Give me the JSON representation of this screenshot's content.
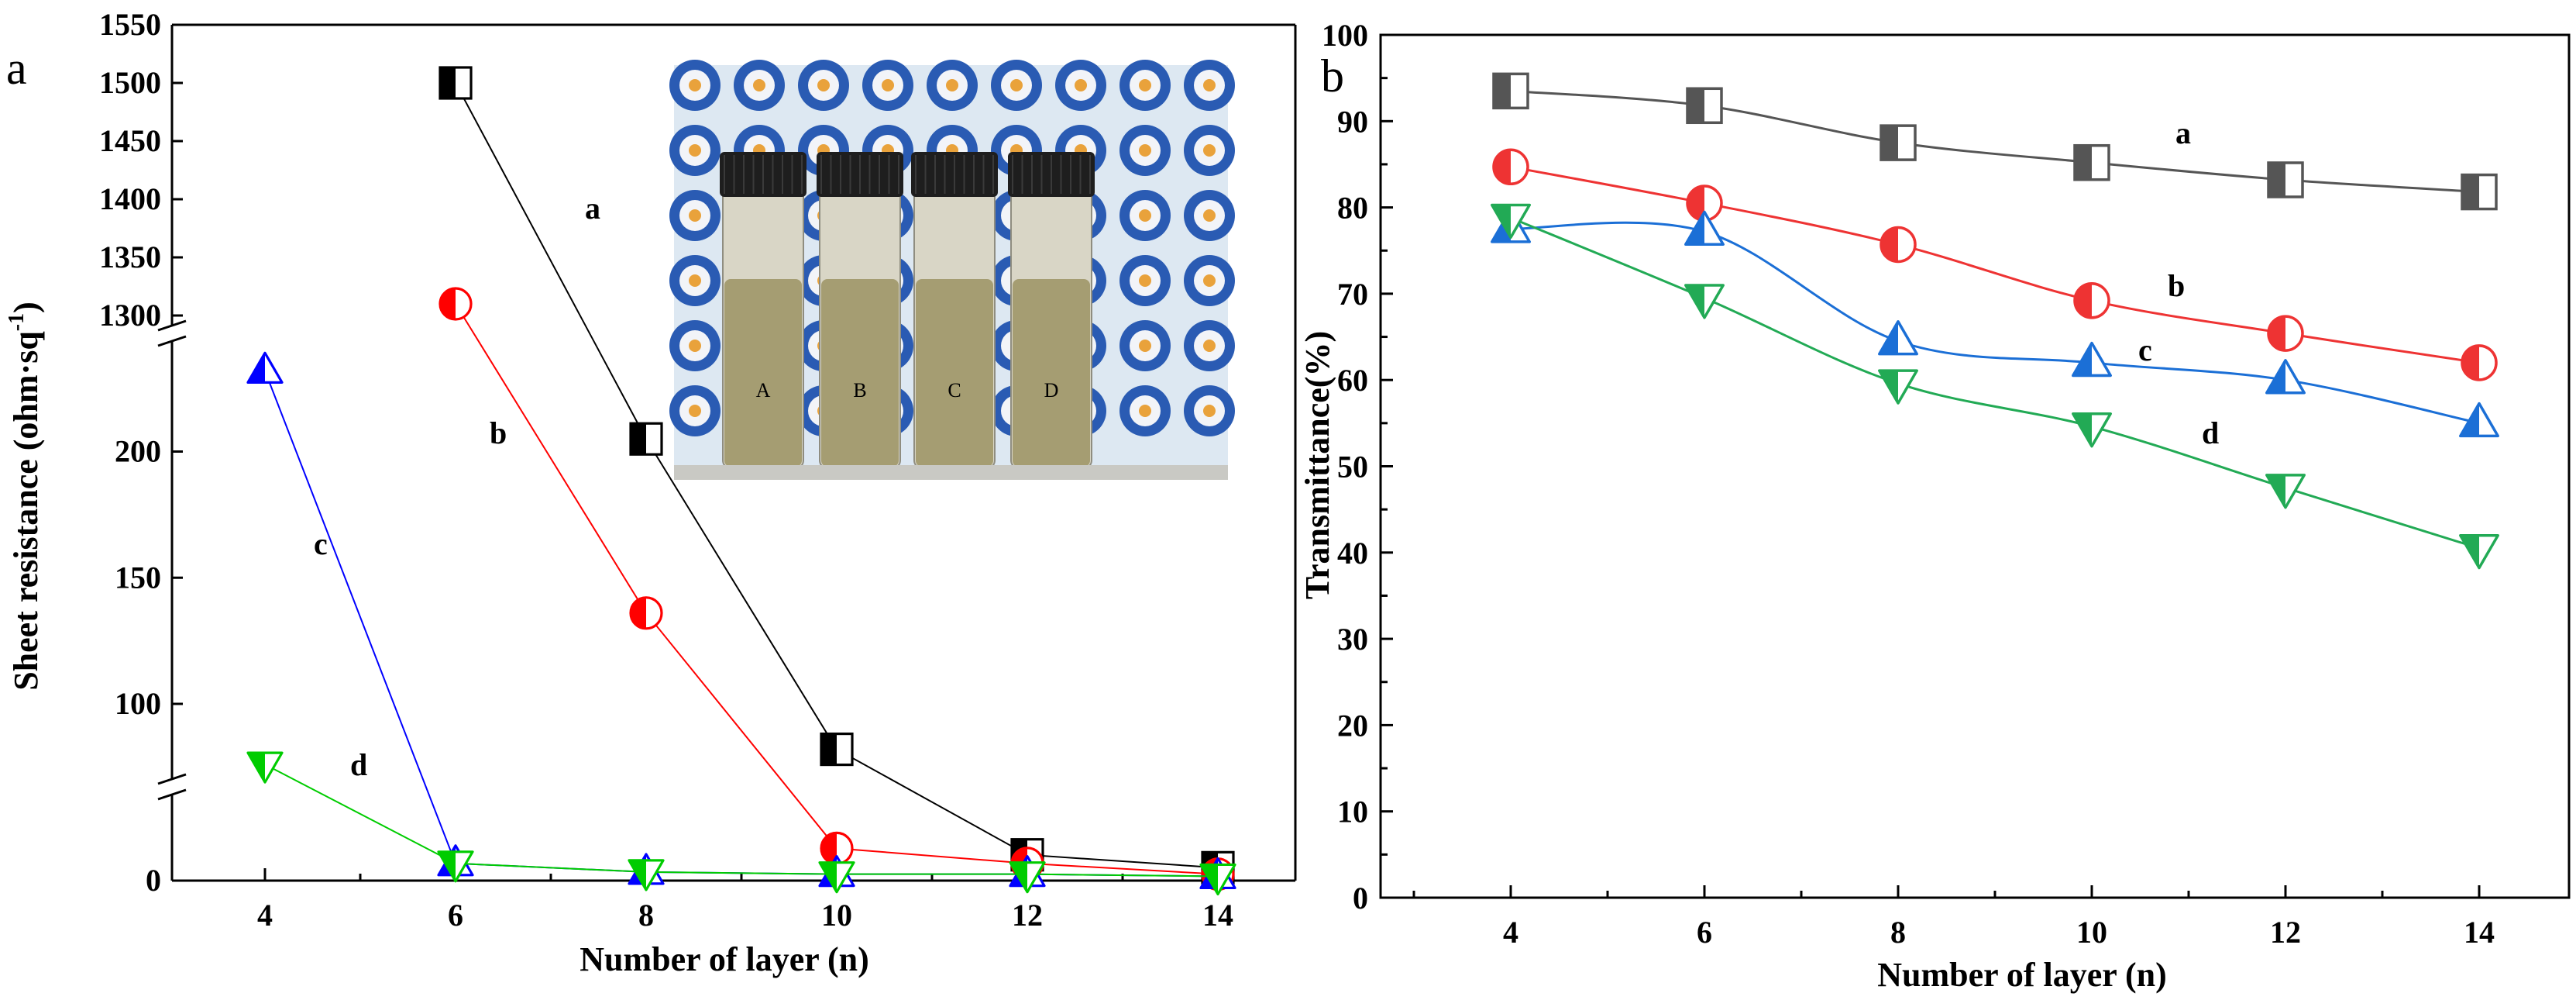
{
  "chart_data": [
    {
      "panel_label": "a",
      "type": "line",
      "xlabel": "Number of layer (n)",
      "ylabel_parts": [
        "Sheet resistance (ohm·sq",
        "-1",
        ")"
      ],
      "x_ticks": [
        "4",
        "6",
        "8",
        "10",
        "12",
        "14"
      ],
      "y_axis_broken": true,
      "y_segments": [
        {
          "range": [
            0,
            40
          ],
          "ticks": [
            "0"
          ]
        },
        {
          "range": [
            70,
            240
          ],
          "ticks": [
            "100",
            "150",
            "200"
          ]
        },
        {
          "range": [
            1290,
            1550
          ],
          "ticks": [
            "1300",
            "1350",
            "1400",
            "1450",
            "1500",
            "1550"
          ]
        }
      ],
      "series": [
        {
          "name": "a",
          "color": "#000000",
          "marker": "square-half",
          "x": [
            6,
            8,
            10,
            12,
            14
          ],
          "y": [
            1500,
            205,
            82,
            12,
            6
          ]
        },
        {
          "name": "b",
          "color": "#ff0000",
          "marker": "circle-half",
          "x": [
            6,
            8,
            10,
            12,
            14
          ],
          "y": [
            1310,
            136,
            15,
            8,
            3
          ]
        },
        {
          "name": "c",
          "color": "#0000ff",
          "marker": "triangle-up-half",
          "x": [
            4,
            6,
            8,
            10,
            12,
            14
          ],
          "y": [
            232,
            8,
            4,
            3,
            3,
            2
          ]
        },
        {
          "name": "d",
          "color": "#00cc00",
          "marker": "triangle-down-half",
          "x": [
            4,
            6,
            8,
            10,
            12,
            14
          ],
          "y": [
            76,
            8,
            4,
            3,
            3,
            2
          ]
        }
      ],
      "inset": {
        "vial_labels": [
          "A",
          "B",
          "C",
          "D"
        ]
      }
    },
    {
      "panel_label": "b",
      "type": "line",
      "xlabel": "Number of layer (n)",
      "ylabel": "Transmittance(%)",
      "x_ticks": [
        "4",
        "6",
        "8",
        "10",
        "12",
        "14"
      ],
      "ylim": [
        0,
        100
      ],
      "y_ticks": [
        "0",
        "10",
        "20",
        "30",
        "40",
        "50",
        "60",
        "70",
        "80",
        "90",
        "100"
      ],
      "series": [
        {
          "name": "a",
          "color": "#555555",
          "marker": "square-half",
          "x": [
            4,
            6,
            8,
            10,
            12,
            14
          ],
          "y": [
            93.5,
            91.8,
            87.5,
            85.2,
            83.2,
            81.8
          ]
        },
        {
          "name": "b",
          "color": "#ee3333",
          "marker": "circle-half",
          "x": [
            4,
            6,
            8,
            10,
            12,
            14
          ],
          "y": [
            84.7,
            80.5,
            75.7,
            69.2,
            65.4,
            62.0
          ]
        },
        {
          "name": "c",
          "color": "#1b6fd6",
          "marker": "triangle-up-half",
          "x": [
            4,
            6,
            8,
            10,
            12,
            14
          ],
          "y": [
            77.5,
            77.2,
            64.5,
            62.0,
            60.0,
            55.0
          ]
        },
        {
          "name": "d",
          "color": "#22aa55",
          "marker": "triangle-down-half",
          "x": [
            4,
            6,
            8,
            10,
            12,
            14
          ],
          "y": [
            78.8,
            69.5,
            59.6,
            54.6,
            47.5,
            40.5
          ]
        }
      ]
    }
  ]
}
